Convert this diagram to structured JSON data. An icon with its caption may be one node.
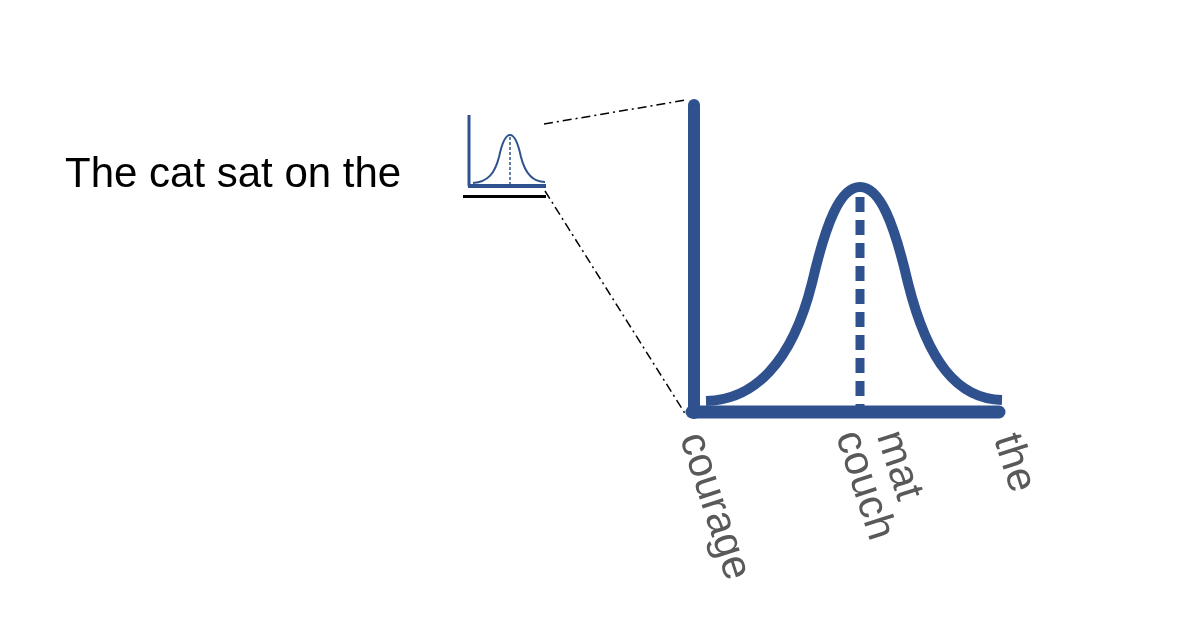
{
  "diagram": {
    "nodes": [
      {
        "text": [],
        "shape": "picture"
      },
      {
        "text": [],
        "shape": "picture",
        "beside": [
          "courage",
          "couch",
          "mat",
          "the"
        ]
      }
    ],
    "edges": [
      {
        "from": 0,
        "to": 1,
        "arrow": "none",
        "style": "dashed"
      },
      {
        "from": 0,
        "to": 1,
        "arrow": "none",
        "style": "dashed"
      }
    ],
    "labels": [
      "The cat sat on the"
    ]
  }
}
